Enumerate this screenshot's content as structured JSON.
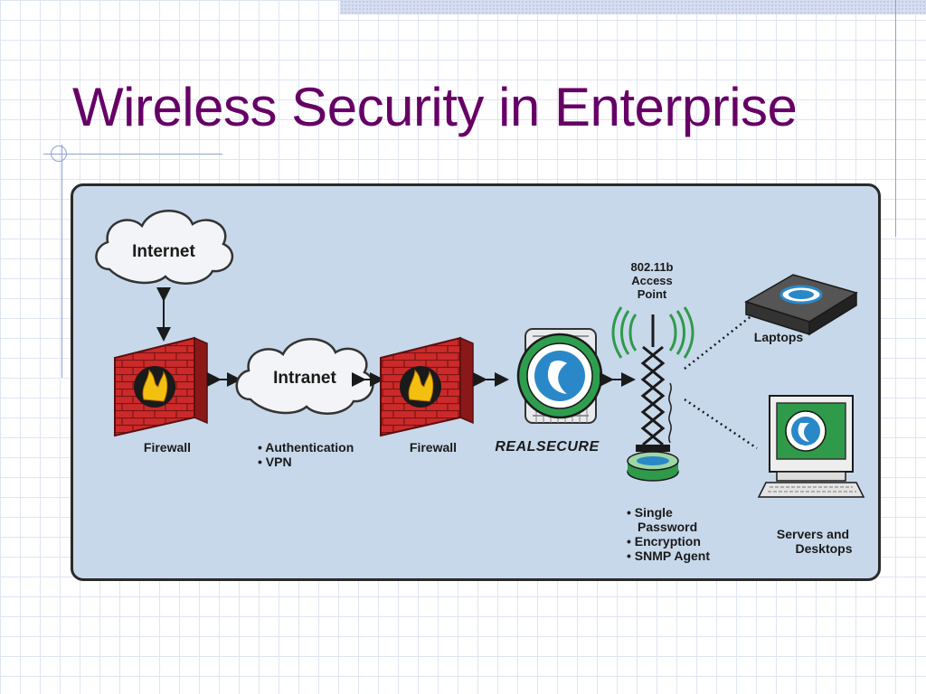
{
  "slide": {
    "title": "Wireless Security in Enterprise"
  },
  "diagram": {
    "internet": "Internet",
    "intranet": "Intranet",
    "firewall_left": "Firewall",
    "firewall_right": "Firewall",
    "intranet_notes": [
      "• Authentication",
      "• VPN"
    ],
    "realsecure": "REALSECURE",
    "access_point": [
      "802.11b",
      "Access",
      "Point"
    ],
    "access_point_notes": [
      "• Single",
      "Password",
      "• Encryption",
      "• SNMP Agent"
    ],
    "laptops": "Laptops",
    "servers": [
      "Servers and",
      "Desktops"
    ]
  },
  "colors": {
    "title": "#660066",
    "panel": "#c7d8ea",
    "brick": "#cc2a2a",
    "flame": "#f4c010",
    "signal": "#2f9a4a",
    "teal": "#2a9ab0"
  }
}
